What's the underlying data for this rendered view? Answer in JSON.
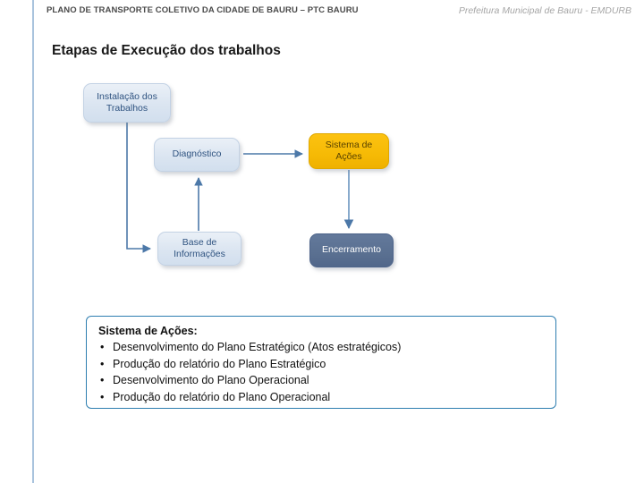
{
  "header": {
    "title": "PLANO DE TRANSPORTE COLETIVO DA CIDADE DE BAURU – PTC BAURU",
    "right_text": "Prefeitura Municipal de Bauru - EMDURB"
  },
  "slide": {
    "title": "Etapas de Execução dos trabalhos"
  },
  "diagram": {
    "nodes": [
      {
        "id": "instalacao",
        "label": "Instalação dos\nTrabalhos",
        "line1": "Instalação dos",
        "line2": "Trabalhos",
        "style": "light"
      },
      {
        "id": "diagnostico",
        "label": "Diagnóstico",
        "line1": "Diagnóstico",
        "line2": "",
        "style": "light"
      },
      {
        "id": "sistema",
        "label": "Sistema de\nAções",
        "line1": "Sistema de",
        "line2": "Ações",
        "style": "amber"
      },
      {
        "id": "base",
        "label": "Base de\nInformações",
        "line1": "Base de",
        "line2": "Informações",
        "style": "light"
      },
      {
        "id": "encerramento",
        "label": "Encerramento",
        "line1": "Encerramento",
        "line2": "",
        "style": "slate"
      }
    ],
    "connectors": [
      {
        "from": "instalacao",
        "to": "base",
        "kind": "elbow-down-right"
      },
      {
        "from": "base",
        "to": "diagnostico",
        "kind": "straight-up"
      },
      {
        "from": "diagnostico",
        "to": "sistema",
        "kind": "straight-right"
      },
      {
        "from": "sistema",
        "to": "encerramento",
        "kind": "straight-down"
      }
    ]
  },
  "callout": {
    "title": "Sistema de Ações:",
    "bullet_glyph": "•",
    "items": [
      "Desenvolvimento do Plano Estratégico (Atos estratégicos)",
      "Produção do relatório do Plano Estratégico",
      "Desenvolvimento do Plano Operacional",
      "Produção do relatório do Plano Operacional"
    ]
  },
  "colors": {
    "rule": "#a9c3dd",
    "node_light": "#dbe5f1",
    "node_amber": "#f6ba05",
    "node_slate": "#5a7091",
    "connector": "#4c78a8",
    "callout_border": "#2e7eb0",
    "header_text": "#4a4a4a",
    "header_right_text": "#a6a6a6"
  }
}
